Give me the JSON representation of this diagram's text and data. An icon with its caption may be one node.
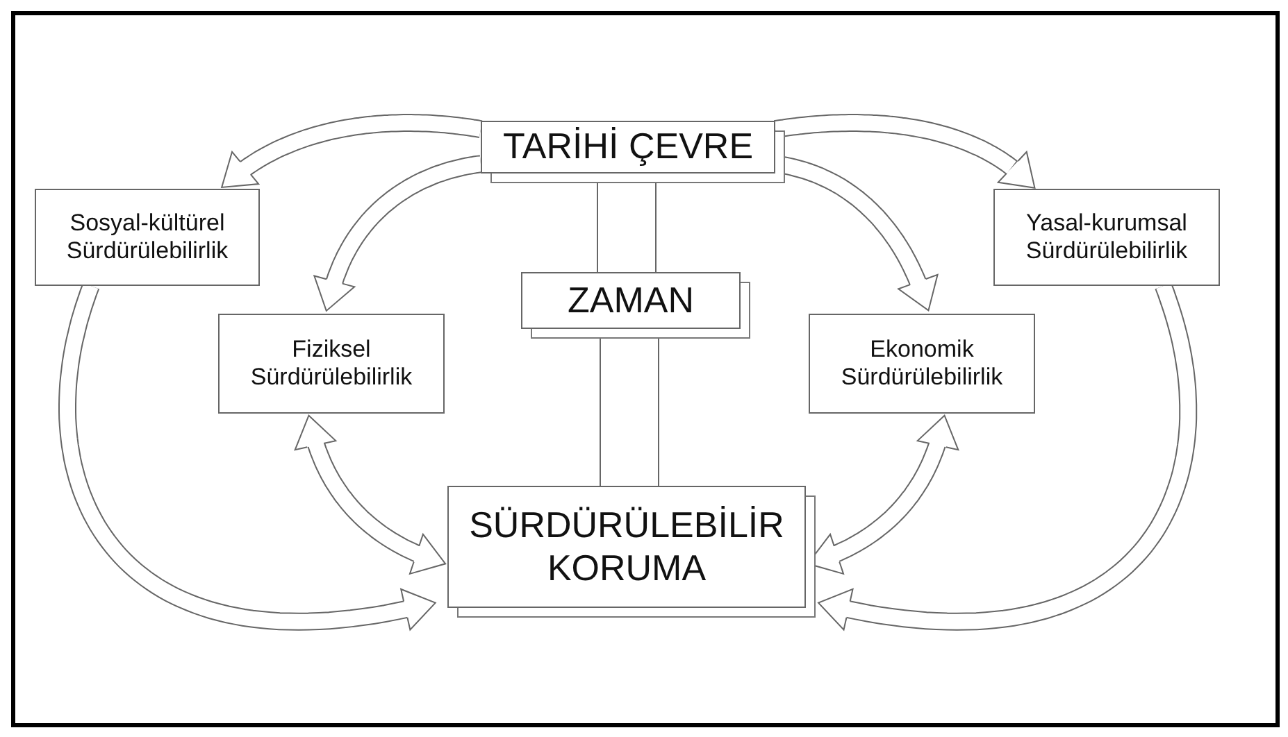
{
  "diagram": {
    "nodes": [
      {
        "text": [
          "TARİHİ ÇEVRE"
        ]
      },
      {
        "text": [
          "Sosyal-kültürel Sürdürülebilirlik"
        ]
      },
      {
        "text": [
          "Yasal-kurumsal Sürdürülebilirlik"
        ]
      },
      {
        "text": [
          "ZAMAN"
        ]
      },
      {
        "text": [
          "Fiziksel Sürdürülebilirlik"
        ]
      },
      {
        "text": [
          "Ekonomik Sürdürülebilirlik"
        ]
      },
      {
        "text": [
          "SÜRDÜRÜLEBİLİR KORUMA"
        ]
      }
    ],
    "edges": [
      {
        "from": 0,
        "to": 1,
        "arrow": "to"
      },
      {
        "from": 0,
        "to": 4,
        "arrow": "to"
      },
      {
        "from": 0,
        "to": 5,
        "arrow": "to"
      },
      {
        "from": 0,
        "to": 2,
        "arrow": "to"
      },
      {
        "from": 0,
        "to": 3,
        "arrow": "none"
      },
      {
        "from": 3,
        "to": 6,
        "arrow": "none"
      },
      {
        "from": 4,
        "to": 6,
        "arrow": "both"
      },
      {
        "from": 5,
        "to": 6,
        "arrow": "both"
      },
      {
        "from": 1,
        "to": 6,
        "arrow": "to"
      },
      {
        "from": 2,
        "to": 6,
        "arrow": "to"
      }
    ]
  }
}
